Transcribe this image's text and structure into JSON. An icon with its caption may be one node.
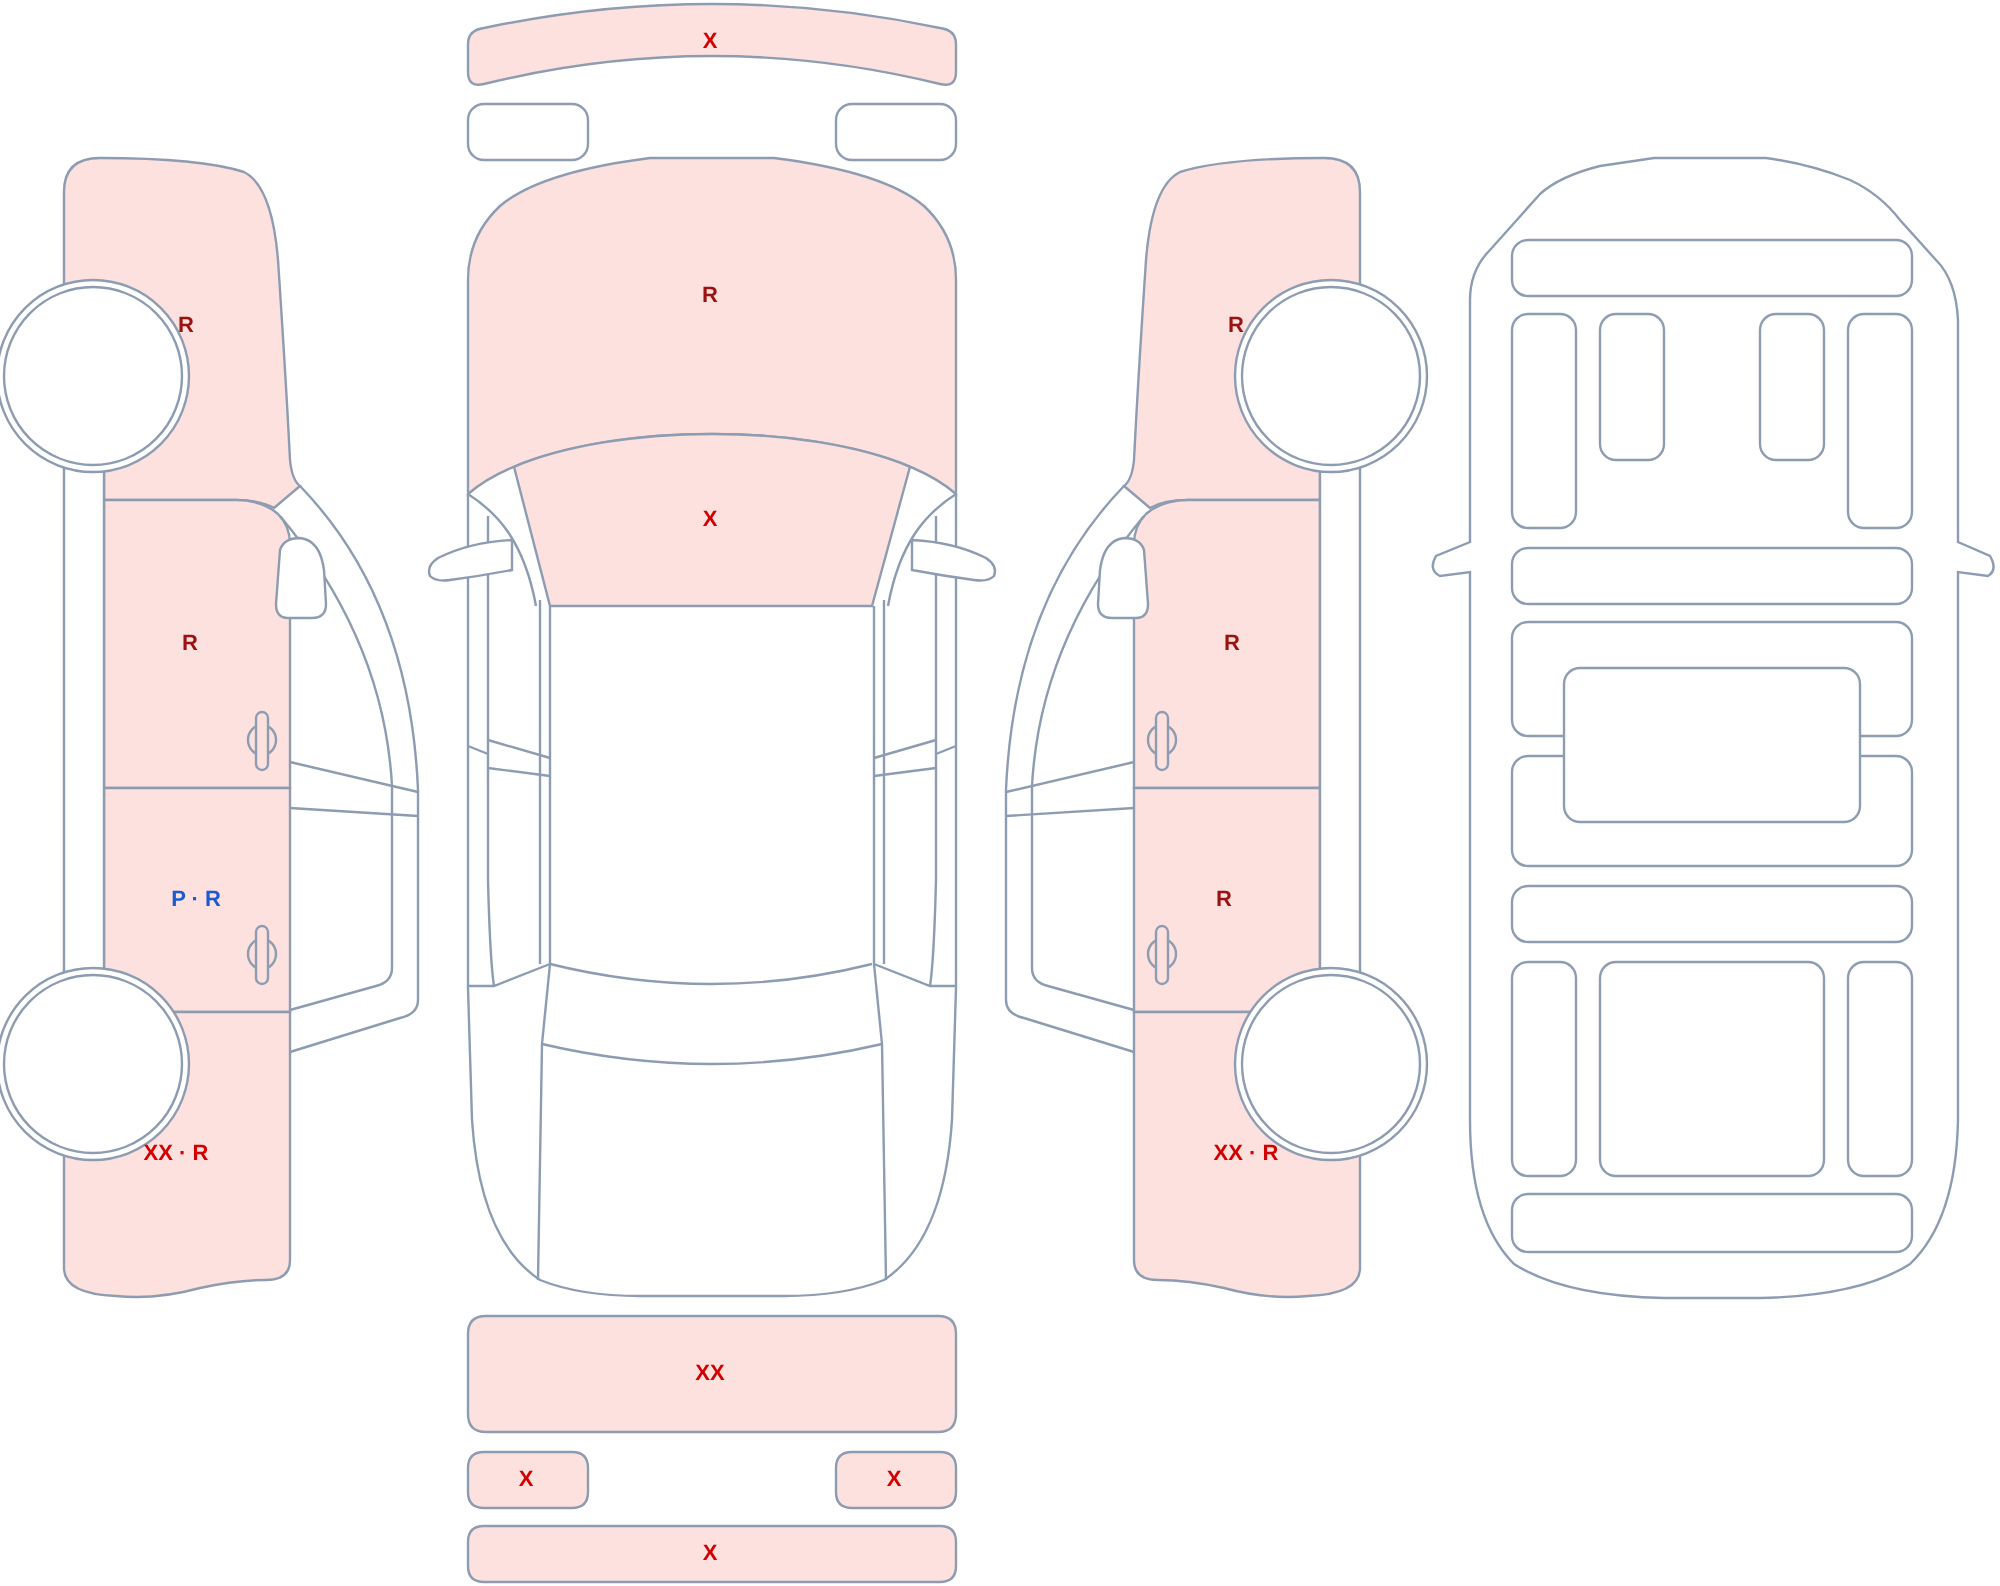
{
  "diagram": {
    "nodes": [
      {
        "text": [
          "R"
        ]
      },
      {
        "text": [
          "R"
        ]
      },
      {
        "text": [
          "P · R"
        ]
      },
      {
        "text": [
          "XX · R"
        ]
      },
      {
        "text": [
          "X"
        ]
      },
      {
        "text": [
          "R"
        ]
      },
      {
        "text": [
          "X"
        ]
      },
      {
        "text": [
          "XX"
        ]
      },
      {
        "text": [
          "X"
        ]
      },
      {
        "text": [
          "X"
        ]
      },
      {
        "text": [
          "X"
        ]
      },
      {
        "text": [
          "R"
        ]
      },
      {
        "text": [
          "R"
        ]
      },
      {
        "text": [
          "R"
        ]
      },
      {
        "text": [
          "XX · R"
        ]
      }
    ]
  }
}
